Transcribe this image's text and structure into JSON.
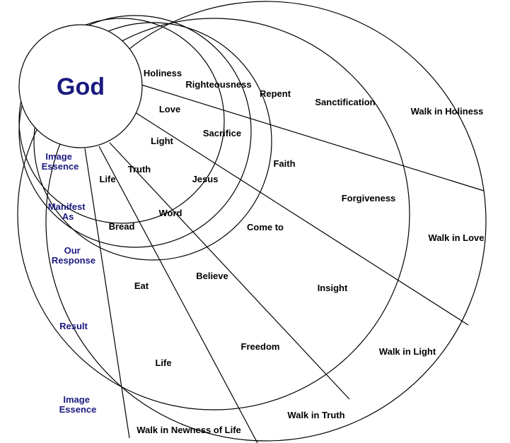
{
  "title": "God",
  "side_labels": [
    [
      "Image",
      "Essence"
    ],
    [
      "Manifest",
      "As"
    ],
    [
      "Our",
      "Response"
    ],
    [
      "Result"
    ],
    [
      "Image",
      "Essence"
    ]
  ],
  "rays": [
    {
      "name": "holiness",
      "cells": [
        "Holiness",
        "Righteousness",
        "Repent",
        "Sanctification"
      ],
      "outcome": "Walk in Holiness"
    },
    {
      "name": "love",
      "cells": [
        "Love",
        "Sacrifice",
        "Faith",
        "Forgiveness"
      ],
      "outcome": "Walk in Love"
    },
    {
      "name": "light",
      "cells": [
        "Light",
        "Jesus",
        "Come to",
        "Insight"
      ],
      "outcome": "Walk in Light"
    },
    {
      "name": "truth",
      "cells": [
        "Truth",
        "Word",
        "Believe",
        "Freedom"
      ],
      "outcome": "Walk in Truth"
    },
    {
      "name": "life",
      "cells": [
        "Life",
        "Bread",
        "Eat",
        "Life"
      ],
      "outcome": "Walk in Newness of Life"
    }
  ],
  "colors": {
    "stroke": "#000000",
    "text": "#000000",
    "accent": "#1a1a80",
    "background": "#ffffff"
  }
}
